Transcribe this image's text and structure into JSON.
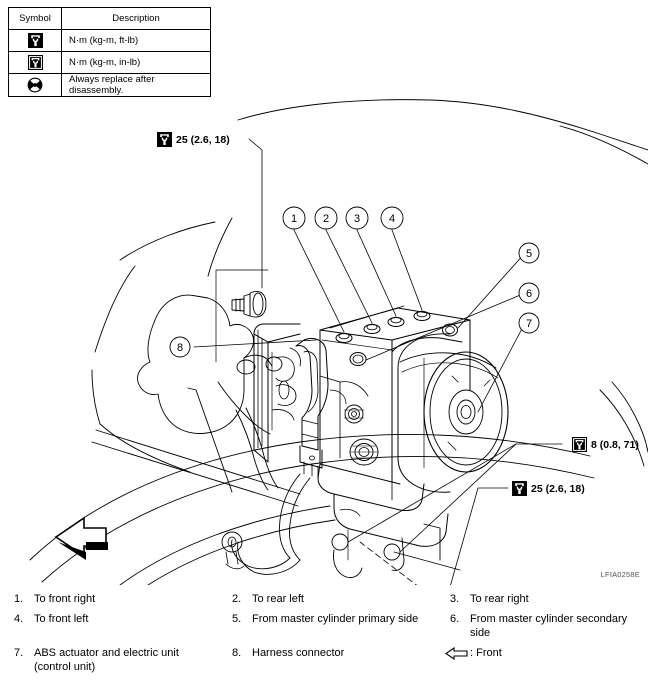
{
  "symbol_table": {
    "headers": [
      "Symbol",
      "Description"
    ],
    "rows": [
      {
        "symbol_icon": "torque-ft-lb-icon",
        "description": "N·m (kg-m, ft-lb)"
      },
      {
        "symbol_icon": "torque-in-lb-icon",
        "description": "N·m (kg-m, in-lb)"
      },
      {
        "symbol_icon": "replace-after-disassembly-icon",
        "description": "Always replace after disassembly."
      }
    ]
  },
  "torque_callouts": [
    {
      "icon": "torque-ft-lb-icon",
      "value": "25 (2.6, 18)"
    },
    {
      "icon": "torque-in-lb-icon",
      "value": "8 (0.8, 71)"
    },
    {
      "icon": "torque-ft-lb-icon",
      "value": "25 (2.6, 18)"
    }
  ],
  "diagram": {
    "callout_numbers": [
      "1",
      "2",
      "3",
      "4",
      "5",
      "6",
      "7",
      "8"
    ],
    "front_arrow_label": "front-direction-arrow"
  },
  "figure_code": "LFIA0258E",
  "legend": {
    "items": [
      {
        "num": "1.",
        "text": "To front right"
      },
      {
        "num": "2.",
        "text": "To rear left"
      },
      {
        "num": "3.",
        "text": "To rear right"
      },
      {
        "num": "4.",
        "text": "To front left"
      },
      {
        "num": "5.",
        "text": "From master cylinder primary side"
      },
      {
        "num": "6.",
        "text": "From master cylinder secondary side"
      },
      {
        "num": "7.",
        "text": "ABS actuator and electric unit (control unit)"
      },
      {
        "num": "8.",
        "text": "Harness connector"
      }
    ],
    "front_entry": ": Front"
  },
  "colors": {
    "line": "#000000",
    "background": "#ffffff",
    "figure_code": "#555555"
  }
}
